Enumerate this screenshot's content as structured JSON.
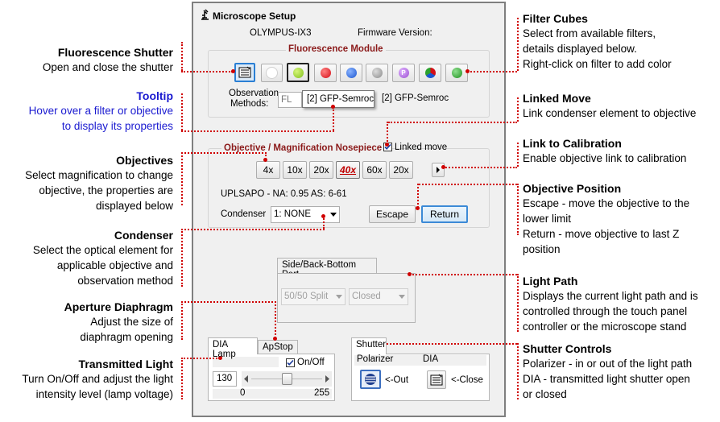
{
  "window": {
    "title": "Microscope Setup",
    "model": "OLYMPUS-IX3",
    "firmware_label": "Firmware Version:"
  },
  "fluorescence": {
    "title": "Fluorescence Module",
    "filters": [
      {
        "name": "shutter-icon",
        "color": ""
      },
      {
        "name": "empty",
        "color": "#ffffff"
      },
      {
        "name": "green-yellow",
        "color": "#9acd32"
      },
      {
        "name": "red",
        "color": "#e3101a"
      },
      {
        "name": "blue",
        "color": "#1a5bd6"
      },
      {
        "name": "gray",
        "color": "#9a9a9a"
      },
      {
        "name": "purple-p",
        "color": "#b06ad8",
        "label": "P"
      },
      {
        "name": "multi",
        "color": "#3a7b2a"
      },
      {
        "name": "green",
        "color": "#2ca02c"
      }
    ],
    "observation_label_1": "Observation",
    "observation_label_2": "Methods:",
    "observation_value": "FL",
    "tooltip": "[2] GFP-Semroc",
    "filter_label": "[2] GFP-Semroc"
  },
  "objectives": {
    "title": "Objective / Magnification Nosepiece",
    "linked_move_label": "Linked move",
    "linked_move_checked": true,
    "buttons": [
      "4x",
      "10x",
      "20x",
      "40x",
      "60x",
      "20x"
    ],
    "selected_index": 3,
    "info": "UPLSAPO - NA: 0.95 AS: 6-61",
    "condenser_label": "Condenser",
    "condenser_value": "1: NONE",
    "escape_label": "Escape",
    "return_label": "Return"
  },
  "lightpath": {
    "tab": "Side/Back-Bottom Port",
    "split_value": "50/50 Split",
    "port_value": "Closed"
  },
  "dia": {
    "tab_active": "DIA Lamp",
    "tab_other": "ApStop",
    "onoff_label": "On/Off",
    "onoff_checked": true,
    "value": "130",
    "min": "0",
    "max": "255",
    "level_fraction": 0.51
  },
  "shutter": {
    "tab": "Shutter",
    "polarizer_label": "Polarizer",
    "dia_label": "DIA",
    "out_label": "<-Out",
    "close_label": "<-Close"
  },
  "annotations": {
    "left": [
      {
        "title": "Fluorescence Shutter",
        "lines": [
          "Open and close the shutter"
        ]
      },
      {
        "title": "Tooltip",
        "lines": [
          "Hover over a filter or objective",
          "to display its properties"
        ]
      },
      {
        "title": "Objectives",
        "lines": [
          "Select magnification to change",
          "objective, the properties are",
          "displayed below"
        ]
      },
      {
        "title": "Condenser",
        "lines": [
          "Select the optical element for",
          "applicable objective and",
          "observation method"
        ]
      },
      {
        "title": "Aperture Diaphragm",
        "lines": [
          "Adjust the size of",
          "diaphragm opening"
        ]
      },
      {
        "title": "Transmitted Light",
        "lines": [
          "Turn On/Off and adjust the light",
          "intensity level (lamp voltage)"
        ]
      }
    ],
    "right": [
      {
        "title": "Filter Cubes",
        "lines": [
          "Select from available filters,",
          "details displayed below.",
          "Right-click on filter to add color"
        ]
      },
      {
        "title": "Linked Move",
        "lines": [
          "Link condenser element to objective"
        ]
      },
      {
        "title": "Link to Calibration",
        "lines": [
          "Enable objective link to calibration"
        ]
      },
      {
        "title": "Objective Position",
        "lines": [
          "Escape - move the objective to the",
          "lower limit",
          "Return - move objective to last Z",
          "position"
        ]
      },
      {
        "title": "Light Path",
        "lines": [
          "Displays the current light path and is",
          "controlled through the touch panel",
          "controller or the microscope stand"
        ]
      },
      {
        "title": "Shutter Controls",
        "lines": [
          "Polarizer - in or out of the light path",
          "DIA - transmitted light shutter open",
          "or closed"
        ]
      }
    ]
  }
}
